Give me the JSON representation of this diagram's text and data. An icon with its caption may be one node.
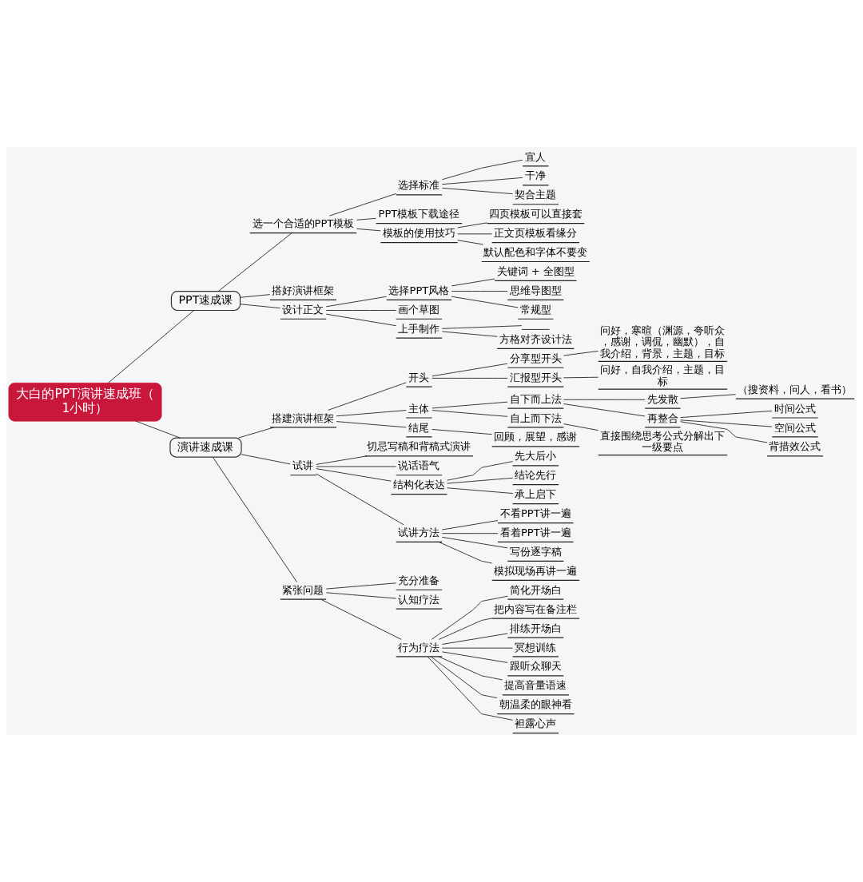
{
  "diagram": {
    "nodes": [
      {
        "text": [
          "大白的PPT演讲速成班（1小时）"
        ]
      },
      {
        "text": [
          "PPT速成课"
        ]
      },
      {
        "text": [
          "选一个合适的PPT模板"
        ]
      },
      {
        "text": [
          "选择标准"
        ]
      },
      {
        "text": [
          "宜人"
        ]
      },
      {
        "text": [
          "干净"
        ]
      },
      {
        "text": [
          "契合主题"
        ]
      },
      {
        "text": [
          "PPT模板下载途径"
        ]
      },
      {
        "text": [
          "模板的使用技巧"
        ]
      },
      {
        "text": [
          "四页模板可以直接套"
        ]
      },
      {
        "text": [
          "正文页模板看缘分"
        ]
      },
      {
        "text": [
          "默认配色和字体不要变"
        ]
      },
      {
        "text": [
          "搭好演讲框架"
        ]
      },
      {
        "text": [
          "设计正文"
        ]
      },
      {
        "text": [
          "选择PPT风格"
        ]
      },
      {
        "text": [
          "关键词 + 全图型"
        ]
      },
      {
        "text": [
          "思维导图型"
        ]
      },
      {
        "text": [
          "常规型"
        ]
      },
      {
        "text": [
          "画个草图"
        ]
      },
      {
        "text": [
          "上手制作"
        ]
      },
      {
        "text": [],
        "shape": "bar"
      },
      {
        "text": [
          "方格对齐设计法"
        ]
      },
      {
        "text": [
          "演讲速成课"
        ]
      },
      {
        "text": [
          "搭建演讲框架"
        ]
      },
      {
        "text": [
          "开头"
        ]
      },
      {
        "text": [
          "分享型开头"
        ]
      },
      {
        "text": [
          "问好，寒暄（渊源，夸听众，感谢，调侃，幽默），自我介绍，背景，主题，目标"
        ]
      },
      {
        "text": [
          "汇报型开头"
        ]
      },
      {
        "text": [
          "问好，自我介绍，主题，目标"
        ]
      },
      {
        "text": [
          "主体"
        ]
      },
      {
        "text": [
          "自下而上法"
        ]
      },
      {
        "text": [
          "先发散"
        ]
      },
      {
        "text": [
          "（搜资料，问人，看书）"
        ]
      },
      {
        "text": [
          "再整合"
        ]
      },
      {
        "text": [
          "时间公式"
        ]
      },
      {
        "text": [
          "空间公式"
        ]
      },
      {
        "text": [
          "背措效公式"
        ]
      },
      {
        "text": [
          "自上而下法"
        ]
      },
      {
        "text": [
          "直接围绕思考公式分解出下一级要点"
        ]
      },
      {
        "text": [
          "结尾"
        ]
      },
      {
        "text": [
          "回顾，展望，感谢"
        ]
      },
      {
        "text": [
          "试讲"
        ]
      },
      {
        "text": [
          "切忌写稿和背稿式演讲"
        ]
      },
      {
        "text": [
          "说话语气"
        ]
      },
      {
        "text": [
          "结构化表达"
        ]
      },
      {
        "text": [
          "先大后小"
        ]
      },
      {
        "text": [
          "结论先行"
        ]
      },
      {
        "text": [
          "承上启下"
        ]
      },
      {
        "text": [
          "试讲方法"
        ]
      },
      {
        "text": [
          "不看PPT讲一遍"
        ]
      },
      {
        "text": [
          "看着PPT讲一遍"
        ]
      },
      {
        "text": [
          "写份逐字稿"
        ]
      },
      {
        "text": [
          "模拟现场再讲一遍"
        ]
      },
      {
        "text": [
          "紧张问题"
        ]
      },
      {
        "text": [
          "充分准备"
        ]
      },
      {
        "text": [
          "认知疗法"
        ]
      },
      {
        "text": [
          "行为疗法"
        ]
      },
      {
        "text": [
          "简化开场白"
        ]
      },
      {
        "text": [
          "把内容写在备注栏"
        ]
      },
      {
        "text": [
          "排练开场白"
        ]
      },
      {
        "text": [
          "冥想训练"
        ]
      },
      {
        "text": [
          "跟听众聊天"
        ]
      },
      {
        "text": [
          "提高音量语速"
        ]
      },
      {
        "text": [
          "朝温柔的眼神看"
        ]
      },
      {
        "text": [
          "袒露心声"
        ]
      }
    ],
    "edges": [
      {
        "from": 0,
        "to": 1,
        "arrow": "none"
      },
      {
        "from": 1,
        "to": 2,
        "arrow": "none"
      },
      {
        "from": 2,
        "to": 3,
        "arrow": "none"
      },
      {
        "from": 3,
        "to": 4,
        "arrow": "none"
      },
      {
        "from": 3,
        "to": 5,
        "arrow": "none"
      },
      {
        "from": 3,
        "to": 6,
        "arrow": "none"
      },
      {
        "from": 2,
        "to": 7,
        "arrow": "none"
      },
      {
        "from": 2,
        "to": 8,
        "arrow": "none"
      },
      {
        "from": 8,
        "to": 9,
        "arrow": "none"
      },
      {
        "from": 8,
        "to": 10,
        "arrow": "none"
      },
      {
        "from": 8,
        "to": 11,
        "arrow": "none"
      },
      {
        "from": 1,
        "to": 12,
        "arrow": "none"
      },
      {
        "from": 1,
        "to": 13,
        "arrow": "none"
      },
      {
        "from": 13,
        "to": 14,
        "arrow": "none"
      },
      {
        "from": 14,
        "to": 15,
        "arrow": "none"
      },
      {
        "from": 14,
        "to": 16,
        "arrow": "none"
      },
      {
        "from": 14,
        "to": 17,
        "arrow": "none"
      },
      {
        "from": 13,
        "to": 18,
        "arrow": "none"
      },
      {
        "from": 13,
        "to": 19,
        "arrow": "none"
      },
      {
        "from": 19,
        "to": 20,
        "arrow": "none"
      },
      {
        "from": 19,
        "to": 21,
        "arrow": "none"
      },
      {
        "from": 0,
        "to": 22,
        "arrow": "none"
      },
      {
        "from": 22,
        "to": 23,
        "arrow": "none"
      },
      {
        "from": 23,
        "to": 24,
        "arrow": "none"
      },
      {
        "from": 24,
        "to": 25,
        "arrow": "none"
      },
      {
        "from": 25,
        "to": 26,
        "arrow": "none"
      },
      {
        "from": 24,
        "to": 27,
        "arrow": "none"
      },
      {
        "from": 27,
        "to": 28,
        "arrow": "none"
      },
      {
        "from": 23,
        "to": 29,
        "arrow": "none"
      },
      {
        "from": 29,
        "to": 30,
        "arrow": "none"
      },
      {
        "from": 30,
        "to": 31,
        "arrow": "none"
      },
      {
        "from": 31,
        "to": 32,
        "arrow": "none"
      },
      {
        "from": 30,
        "to": 33,
        "arrow": "none"
      },
      {
        "from": 33,
        "to": 34,
        "arrow": "none"
      },
      {
        "from": 33,
        "to": 35,
        "arrow": "none"
      },
      {
        "from": 33,
        "to": 36,
        "arrow": "none"
      },
      {
        "from": 29,
        "to": 37,
        "arrow": "none"
      },
      {
        "from": 37,
        "to": 38,
        "arrow": "none"
      },
      {
        "from": 23,
        "to": 39,
        "arrow": "none"
      },
      {
        "from": 39,
        "to": 40,
        "arrow": "none"
      },
      {
        "from": 22,
        "to": 41,
        "arrow": "none"
      },
      {
        "from": 41,
        "to": 42,
        "arrow": "none"
      },
      {
        "from": 41,
        "to": 43,
        "arrow": "none"
      },
      {
        "from": 41,
        "to": 44,
        "arrow": "none"
      },
      {
        "from": 44,
        "to": 45,
        "arrow": "none"
      },
      {
        "from": 44,
        "to": 46,
        "arrow": "none"
      },
      {
        "from": 44,
        "to": 47,
        "arrow": "none"
      },
      {
        "from": 41,
        "to": 48,
        "arrow": "none"
      },
      {
        "from": 48,
        "to": 49,
        "arrow": "none"
      },
      {
        "from": 48,
        "to": 50,
        "arrow": "none"
      },
      {
        "from": 48,
        "to": 51,
        "arrow": "none"
      },
      {
        "from": 48,
        "to": 52,
        "arrow": "none"
      },
      {
        "from": 22,
        "to": 53,
        "arrow": "none"
      },
      {
        "from": 53,
        "to": 54,
        "arrow": "none"
      },
      {
        "from": 53,
        "to": 55,
        "arrow": "none"
      },
      {
        "from": 53,
        "to": 56,
        "arrow": "none"
      },
      {
        "from": 56,
        "to": 57,
        "arrow": "none"
      },
      {
        "from": 56,
        "to": 58,
        "arrow": "none"
      },
      {
        "from": 56,
        "to": 59,
        "arrow": "none"
      },
      {
        "from": 56,
        "to": 60,
        "arrow": "none"
      },
      {
        "from": 56,
        "to": 61,
        "arrow": "none"
      },
      {
        "from": 56,
        "to": 62,
        "arrow": "none"
      },
      {
        "from": 56,
        "to": 63,
        "arrow": "none"
      },
      {
        "from": 56,
        "to": 64,
        "arrow": "none"
      }
    ]
  }
}
